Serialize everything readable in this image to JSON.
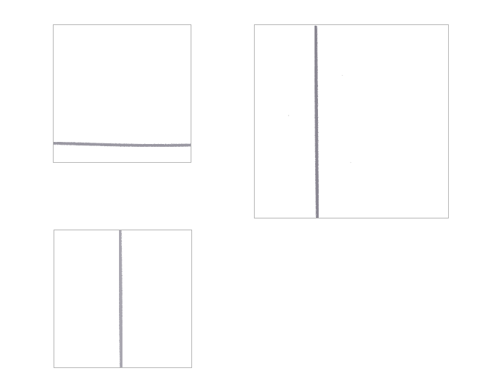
{
  "panels": [
    {
      "id": "panel-a",
      "stroke": "horizontal",
      "color": "#9a98a2"
    },
    {
      "id": "panel-b",
      "stroke": "vertical",
      "color": "#8a8792"
    },
    {
      "id": "panel-c",
      "stroke": "vertical",
      "color": "#a9a7b0"
    }
  ]
}
